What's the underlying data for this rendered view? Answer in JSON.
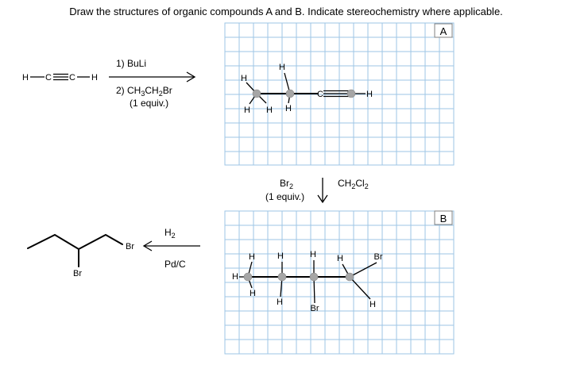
{
  "question": "Draw the structures of organic compounds A and B. Indicate stereochemistry where applicable.",
  "start_material": {
    "h_left": "H",
    "c1": "C",
    "c2": "C",
    "h_right": "H"
  },
  "step1_reagents": {
    "line1": "1) BuLi",
    "line2_prefix": "2) CH",
    "line2_sub1": "3",
    "line2_mid": "CH",
    "line2_sub2": "2",
    "line2_suffix": "Br",
    "line3": "(1 equiv.)"
  },
  "box_a": {
    "tag": "A",
    "labels": {
      "h_top": "H",
      "h_left": "H",
      "h_bottom1": "H",
      "h_bottom2": "H",
      "h_bottom3": "H",
      "c_label": "C",
      "h_right": "H"
    }
  },
  "step2_reagents": {
    "br2": "Br",
    "br2_sub": "2",
    "equiv": "(1 equiv.)",
    "solvent_prefix": "CH",
    "solvent_sub1": "2",
    "solvent_mid": "Cl",
    "solvent_sub2": "2"
  },
  "box_b": {
    "tag": "B",
    "labels": {
      "h_top1": "H",
      "h_top2": "H",
      "h_top3": "H",
      "h_top4": "H",
      "br_top": "Br",
      "h_left": "H",
      "h_bottom1": "H",
      "h_bottom2": "H",
      "br_bottom": "Br",
      "h_bottom4": "H"
    }
  },
  "step3_reagents": {
    "h2": "H",
    "h2_sub": "2",
    "catalyst": "Pd/C"
  },
  "final_product": {
    "br_end": "Br",
    "br_sub": "Br"
  }
}
